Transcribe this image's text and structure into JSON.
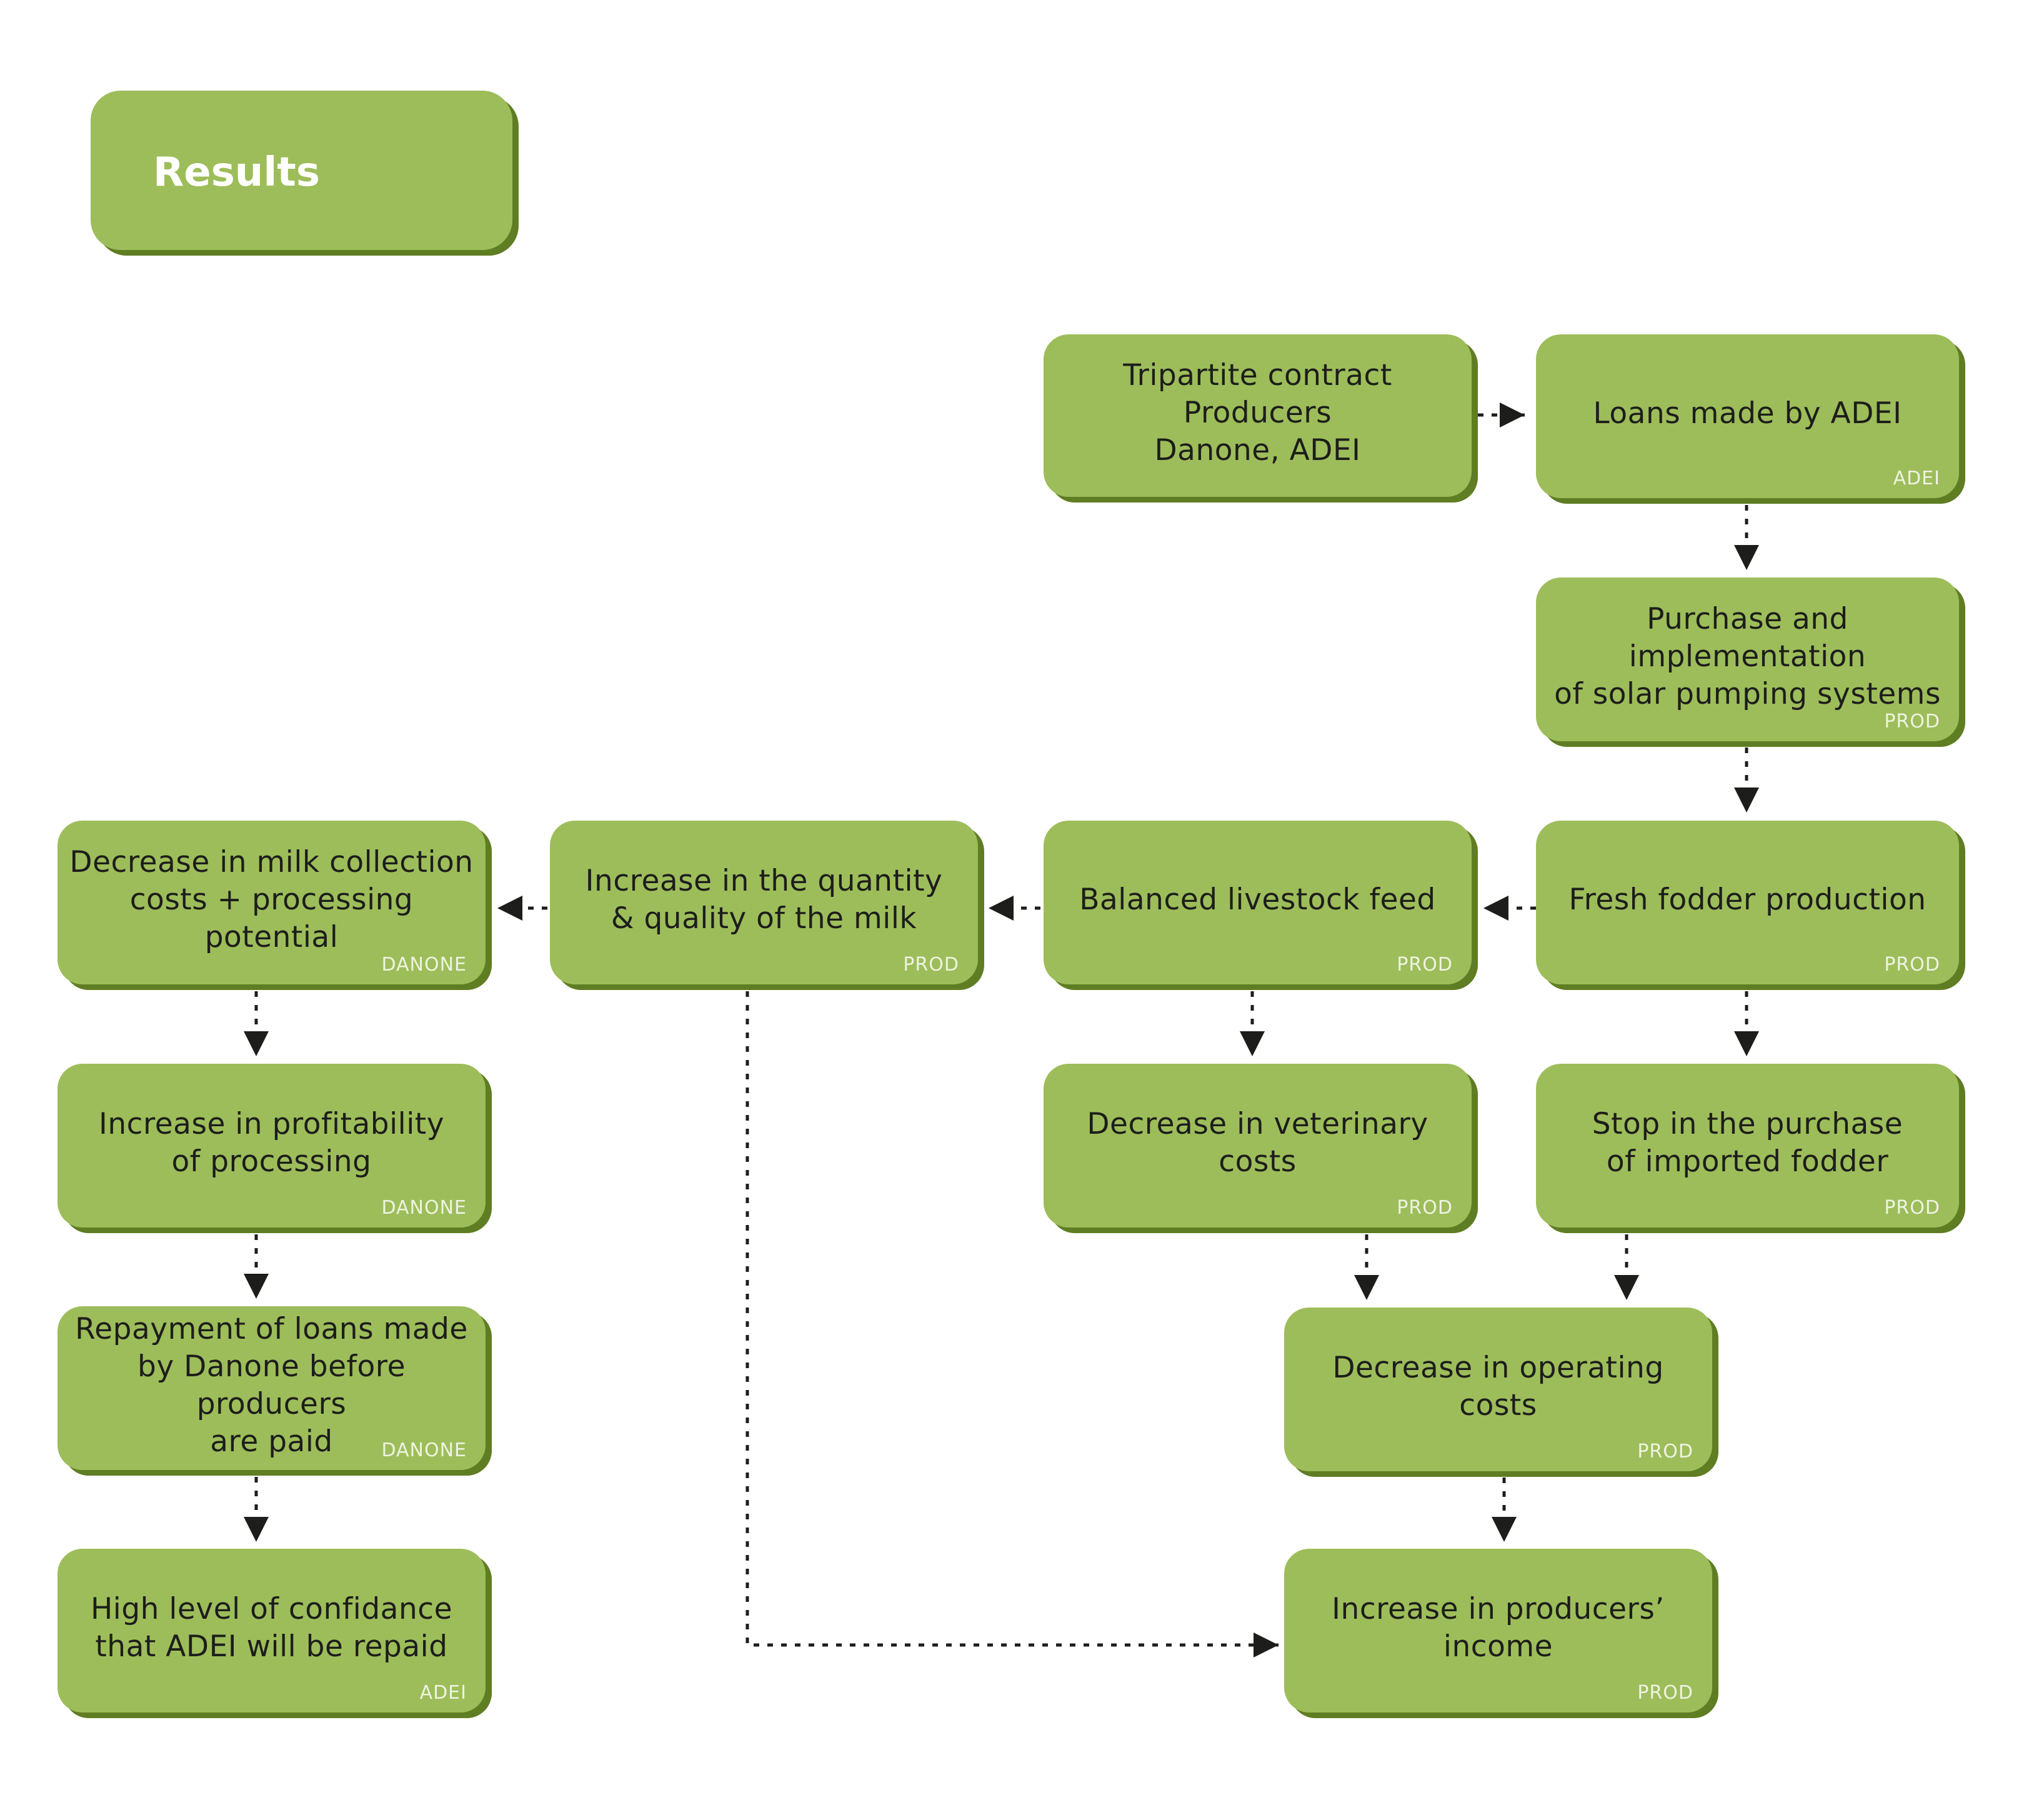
{
  "title": "Results",
  "colors": {
    "box_fill": "#9dbd5a",
    "box_shadow": "#5f7d22",
    "text": "#1d1d1b",
    "tag_text": "#eef3e1",
    "connector": "#1d1d1b"
  },
  "nodes": {
    "tripartite": {
      "label": "Tripartite contract  Producers\nDanone, ADEI",
      "tag": ""
    },
    "loans": {
      "label": "Loans made by ADEI",
      "tag": "ADEI"
    },
    "solar": {
      "label": "Purchase and implementation\nof solar pumping systems",
      "tag": "PROD"
    },
    "fodder": {
      "label": "Fresh fodder production",
      "tag": "PROD"
    },
    "balanced": {
      "label": "Balanced livestock feed",
      "tag": "PROD"
    },
    "milk_quantity": {
      "label": "Increase in the quantity\n& quality of the milk",
      "tag": "PROD"
    },
    "collection": {
      "label": "Decrease in milk collection\ncosts + processing potential",
      "tag": "DANONE"
    },
    "profitability": {
      "label": "Increase in profitability\nof processing",
      "tag": "DANONE"
    },
    "repayment": {
      "label": "Repayment of loans made\nby Danone before producers\nare paid",
      "tag": "DANONE"
    },
    "confidence": {
      "label": "High level of confidance\nthat ADEI will be repaid",
      "tag": "ADEI"
    },
    "veterinary": {
      "label": "Decrease in veterinary costs",
      "tag": "PROD"
    },
    "stop_purchase": {
      "label": "Stop in the purchase\nof imported fodder",
      "tag": "PROD"
    },
    "operating": {
      "label": "Decrease in operating costs",
      "tag": "PROD"
    },
    "income": {
      "label": "Increase in producers’\nincome",
      "tag": "PROD"
    }
  },
  "edges": [
    {
      "from": "tripartite",
      "to": "loans"
    },
    {
      "from": "loans",
      "to": "solar"
    },
    {
      "from": "solar",
      "to": "fodder"
    },
    {
      "from": "fodder",
      "to": "balanced"
    },
    {
      "from": "balanced",
      "to": "milk_quantity"
    },
    {
      "from": "milk_quantity",
      "to": "collection"
    },
    {
      "from": "collection",
      "to": "profitability"
    },
    {
      "from": "profitability",
      "to": "repayment"
    },
    {
      "from": "repayment",
      "to": "confidence"
    },
    {
      "from": "fodder",
      "to": "stop_purchase"
    },
    {
      "from": "balanced",
      "to": "veterinary"
    },
    {
      "from": "veterinary",
      "to": "operating"
    },
    {
      "from": "stop_purchase",
      "to": "operating"
    },
    {
      "from": "operating",
      "to": "income"
    },
    {
      "from": "milk_quantity",
      "to": "income"
    }
  ]
}
